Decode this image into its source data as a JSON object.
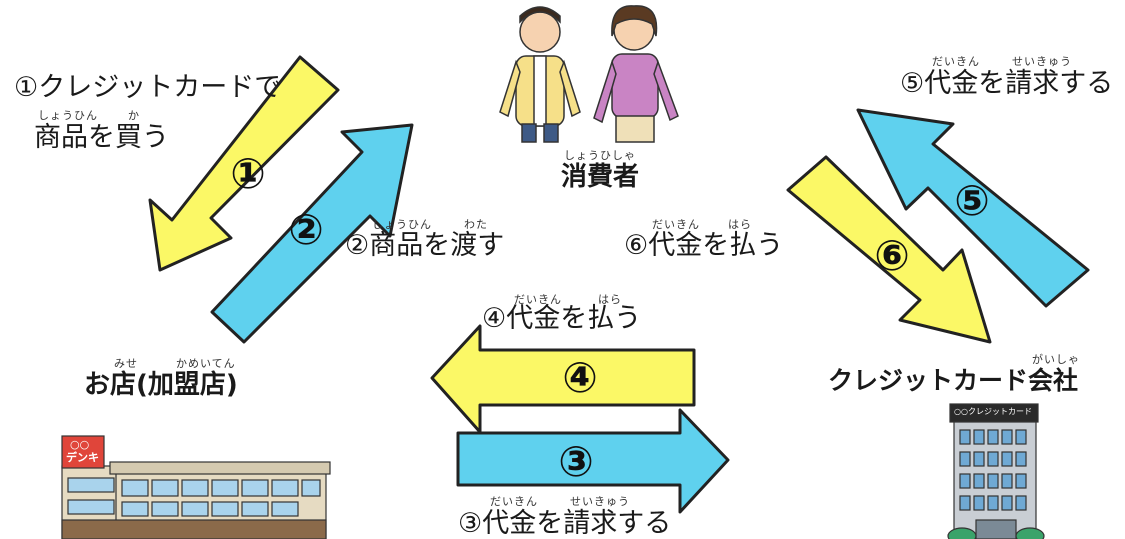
{
  "colors": {
    "yellow": "#fbf866",
    "cyan": "#5fd1ee",
    "outline": "#222222"
  },
  "nodes": {
    "consumer": {
      "label": "消費者",
      "ruby": "しょうひしゃ"
    },
    "store": {
      "label": "お店(加盟店)",
      "ruby_store": "みせ",
      "ruby_member": "かめいてん",
      "sign_line1": "○○",
      "sign_line2": "デンキ"
    },
    "card_company": {
      "label": "クレジットカード会社",
      "ruby": "がいしゃ",
      "sign": "○○クレジットカード"
    }
  },
  "steps": [
    {
      "num": "①",
      "text_line1": "①クレジットカードで",
      "text_line2": "商品を買う",
      "ruby_goods": "しょうひん",
      "ruby_buy": "か"
    },
    {
      "num": "②",
      "text": "②商品を渡す",
      "ruby_goods": "しょうひん",
      "ruby_hand": "わた"
    },
    {
      "num": "③",
      "text": "③代金を請求する",
      "ruby_price": "だいきん",
      "ruby_claim": "せいきゅう"
    },
    {
      "num": "④",
      "text": "④代金を払う",
      "ruby_price": "だいきん",
      "ruby_pay": "はら"
    },
    {
      "num": "⑤",
      "text": "⑤代金を請求する",
      "ruby_price": "だいきん",
      "ruby_claim": "せいきゅう"
    },
    {
      "num": "⑥",
      "text": "⑥代金を払う",
      "ruby_price": "だいきん",
      "ruby_pay": "はら"
    }
  ]
}
